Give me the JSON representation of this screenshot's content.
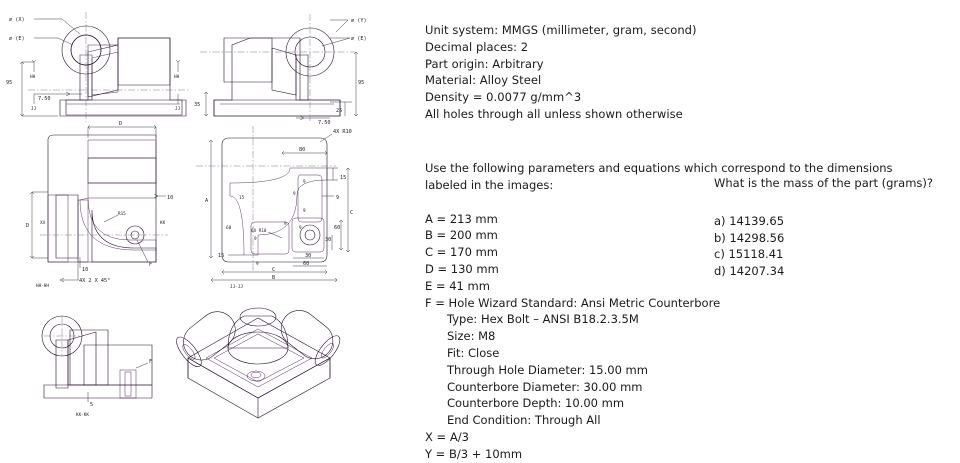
{
  "specs": {
    "lines": [
      "Unit system: MMGS (millimeter, gram, second)",
      "Decimal places: 2",
      "Part origin: Arbitrary",
      "Material: Alloy Steel",
      "Density = 0.0077 g/mm^3",
      "All holes through all unless shown otherwise"
    ]
  },
  "parameters": {
    "intro_line1": "Use the following parameters and equations which correspond to the dimensions",
    "intro_line2": "labeled in the images:",
    "items": [
      {
        "text": "A = 213 mm",
        "indent": 0
      },
      {
        "text": "B = 200 mm",
        "indent": 0
      },
      {
        "text": "C = 170 mm",
        "indent": 0
      },
      {
        "text": "D = 130 mm",
        "indent": 0
      },
      {
        "text": "E = 41 mm",
        "indent": 0
      },
      {
        "text": "F = Hole Wizard Standard: Ansi Metric Counterbore",
        "indent": 0
      },
      {
        "text": "Type: Hex Bolt – ANSI B18.2.3.5M",
        "indent": 1
      },
      {
        "text": "Size: M8",
        "indent": 1
      },
      {
        "text": "Fit: Close",
        "indent": 1
      },
      {
        "text": "Through Hole Diameter: 15.00 mm",
        "indent": 1
      },
      {
        "text": "Counterbore Diameter:  30.00 mm",
        "indent": 1
      },
      {
        "text": "Counterbore Depth: 10.00 mm",
        "indent": 1
      },
      {
        "text": "End Condition: Through All",
        "indent": 1
      },
      {
        "text": "X = A/3",
        "indent": 0
      },
      {
        "text": "Y = B/3 + 10mm",
        "indent": 0
      }
    ]
  },
  "question": {
    "title": "What is the mass of the part (grams)?",
    "options": [
      "a) 14139.65",
      "b) 14298.56",
      "c) 15118.41",
      "d) 14207.34"
    ]
  },
  "drawing": {
    "part_color_bright": "#f213f2",
    "part_color_mid": "#d400d4",
    "part_color_dark": "#a5009f",
    "edge_color": "#2a1030",
    "view_top_left": {
      "name": "front-elevation-left",
      "labels": [
        "⌀ (X)",
        "⌀ (E)",
        "95",
        "7.50"
      ]
    },
    "view_top_right": {
      "name": "front-elevation-right",
      "labels": [
        "⌀ (Y)",
        "⌀ (E)",
        "95",
        "35",
        "25",
        "7.50"
      ]
    },
    "view_mid_left": {
      "name": "section-view-dd",
      "labels": [
        "D",
        "D",
        "10",
        "10",
        "R15",
        "F",
        "4X 2 X 45°",
        "XX",
        "XX",
        "KK",
        "KK"
      ]
    },
    "view_mid_right": {
      "name": "plan-view-detailed",
      "labels": [
        "4X R10",
        "6X R10",
        "80",
        "15",
        "15",
        "9",
        "9",
        "9",
        "9",
        "9",
        "9",
        "60",
        "60",
        "30",
        "30",
        "60",
        "15",
        "A",
        "C",
        "C",
        "B"
      ]
    },
    "view_bottom_left": {
      "name": "section-view-kk",
      "labels": [
        "F",
        "5"
      ]
    },
    "view_bottom_right": {
      "name": "isometric-view",
      "labels": []
    }
  }
}
